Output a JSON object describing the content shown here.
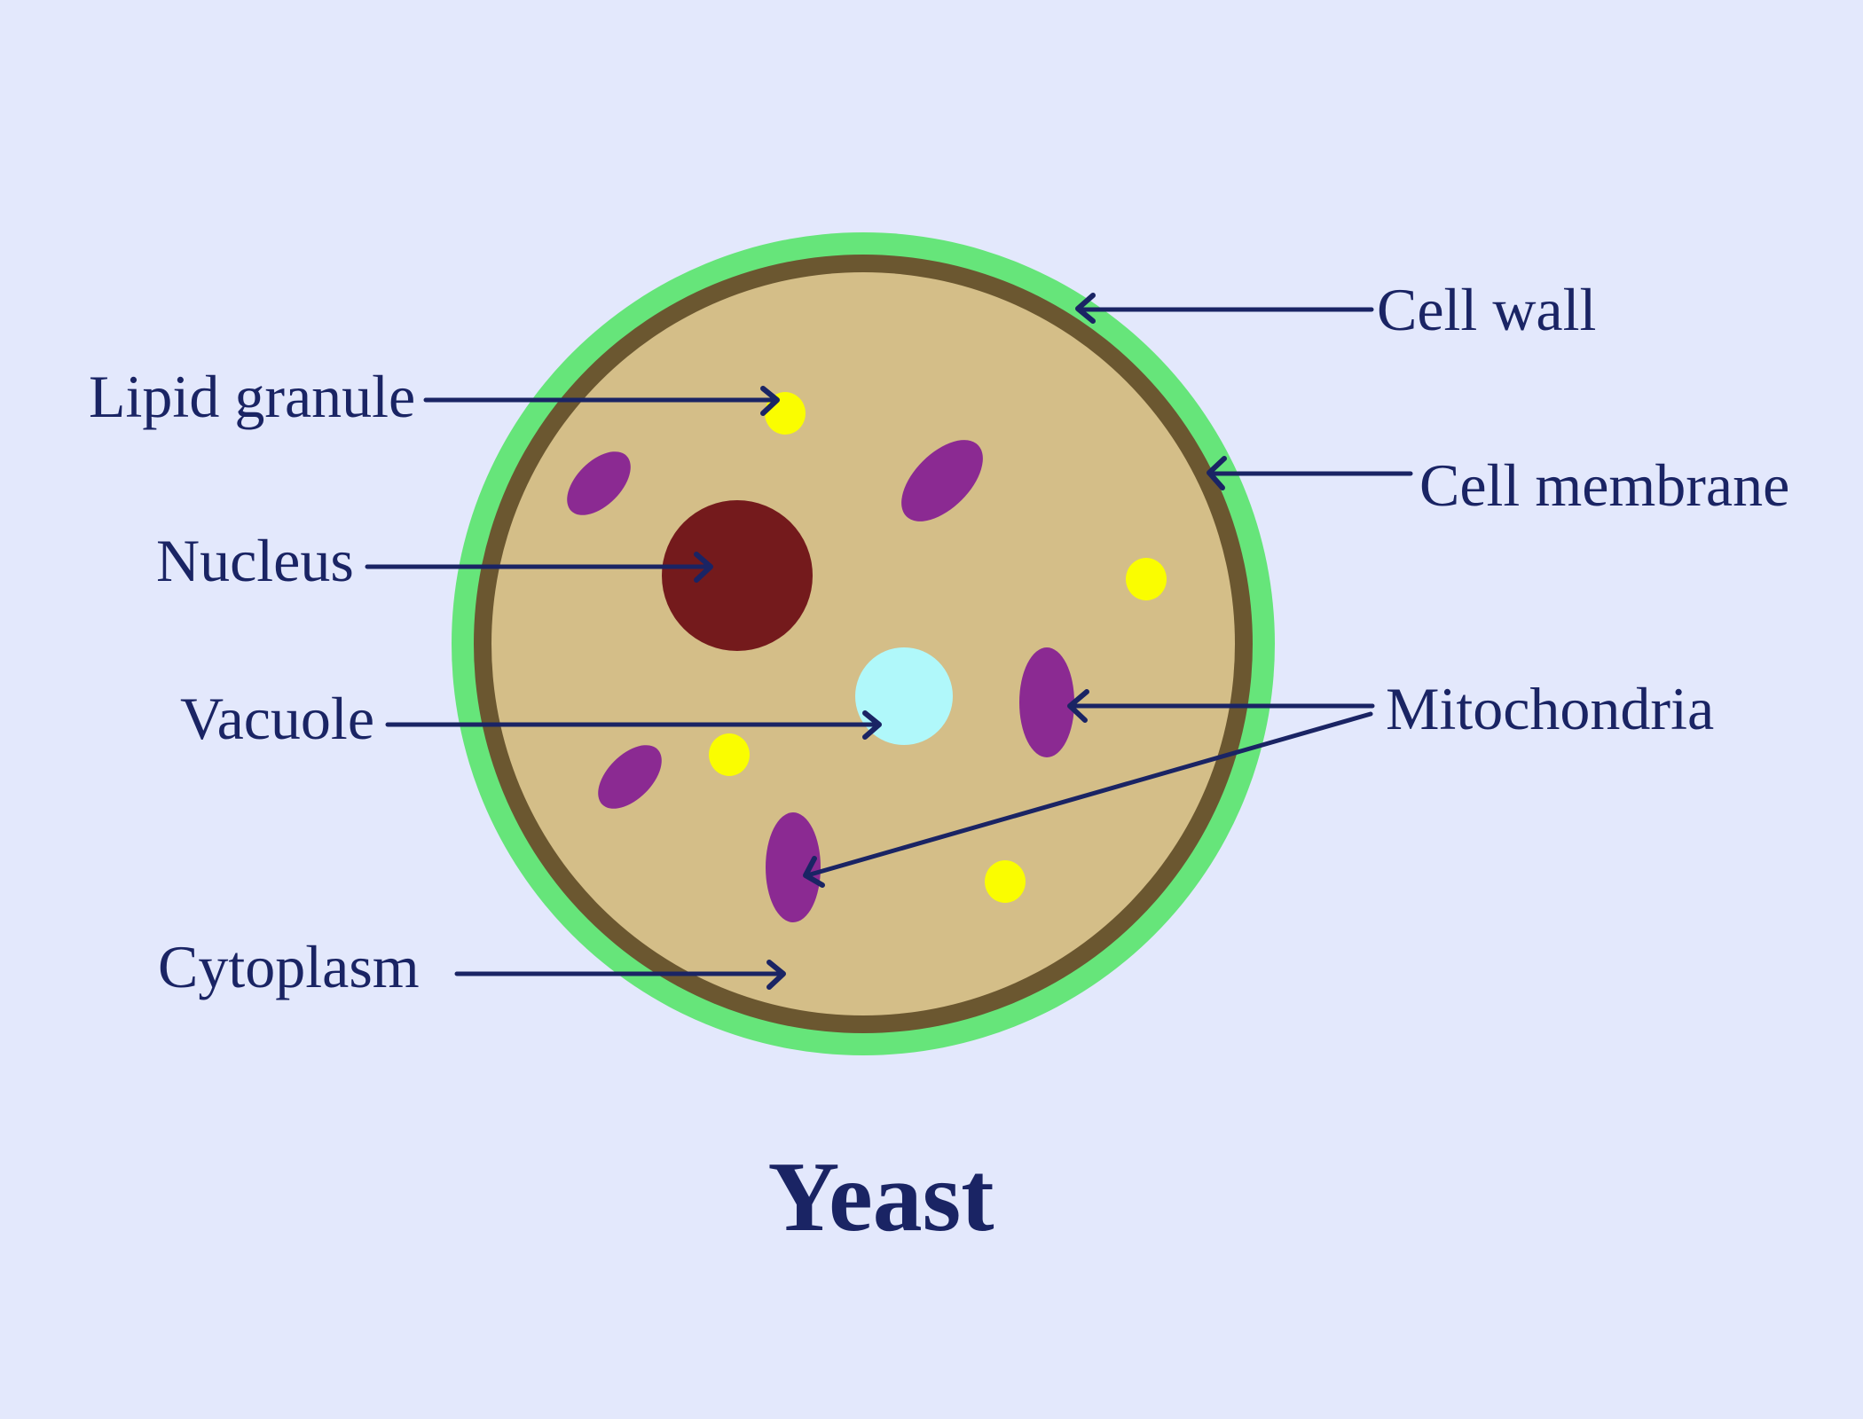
{
  "title": "Yeast",
  "colors": {
    "background": "#e3e8fc",
    "cell_wall": "#66e57a",
    "cell_membrane": "#6b5730",
    "cytoplasm": "#d4be88",
    "nucleus": "#741a1c",
    "vacuole": "#b0f8fa",
    "mitochondria": "#8b2a92",
    "lipid_granule": "#fafd00",
    "text_and_arrows": "#1a2464"
  },
  "labels": {
    "lipid_granule": "Lipid granule",
    "nucleus": "Nucleus",
    "vacuole": "Vacuole",
    "cytoplasm": "Cytoplasm",
    "cell_wall": "Cell wall",
    "cell_membrane": "Cell membrane",
    "mitochondria": "Mitochondria"
  },
  "organelle_counts": {
    "nucleus": 1,
    "vacuole": 1,
    "mitochondria": 5,
    "lipid_granules": 4
  }
}
